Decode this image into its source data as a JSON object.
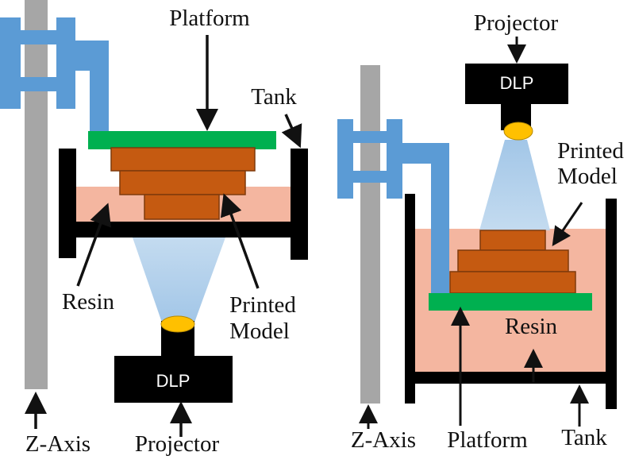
{
  "colors": {
    "zaxis": "#a6a6a6",
    "bracket": "#5b9bd5",
    "platform": "#00b050",
    "layer": "#c55a11",
    "layer_stroke": "#7f3a0c",
    "resin": "#f4b6a0",
    "tank": "#000000",
    "beam": "#9dc3e6",
    "lens": "#ffc000",
    "projector": "#000000"
  },
  "bottom_up": {
    "labels": {
      "platform": "Platform",
      "tank": "Tank",
      "resin": "Resin",
      "printed_model_line1": "Printed",
      "printed_model_line2": "Model",
      "z_axis": "Z-Axis",
      "projector": "Projector",
      "dlp": "DLP"
    }
  },
  "top_down": {
    "labels": {
      "projector": "Projector",
      "dlp": "DLP",
      "printed_model_line1": "Printed",
      "printed_model_line2": "Model",
      "resin": "Resin",
      "z_axis": "Z-Axis",
      "platform": "Platform",
      "tank": "Tank"
    }
  }
}
